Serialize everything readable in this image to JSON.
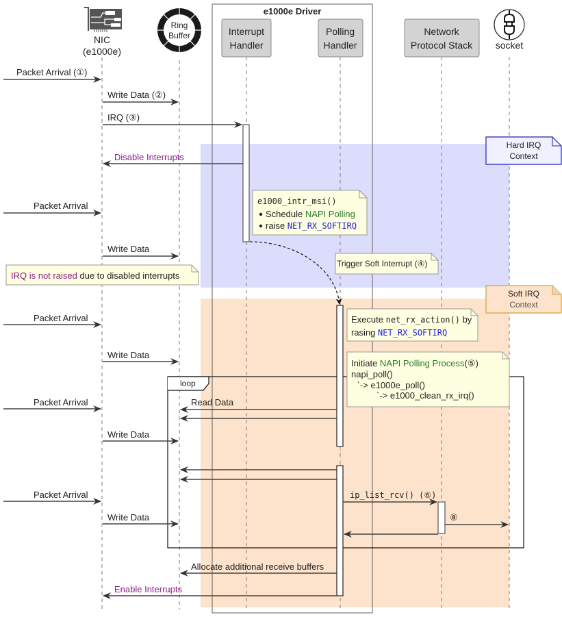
{
  "diagram": {
    "type": "sequence",
    "group_title": "e1000e Driver",
    "participants": [
      {
        "id": "nic",
        "label_line1": "NIC",
        "label_line2": "(e1000e)",
        "icon": "network-card-icon"
      },
      {
        "id": "ring",
        "label_line1": "Ring",
        "label_line2": "Buffer",
        "icon": "ring-buffer-icon"
      },
      {
        "id": "irqh",
        "label_line1": "Interrupt",
        "label_line2": "Handler"
      },
      {
        "id": "pollh",
        "label_line1": "Polling",
        "label_line2": "Handler"
      },
      {
        "id": "stack",
        "label_line1": "Network",
        "label_line2": "Protocol Stack"
      },
      {
        "id": "socket",
        "label_line1": "socket",
        "icon": "plug-icon"
      }
    ],
    "messages": [
      {
        "label": "Packet Arrival (①)",
        "from": "external",
        "to": "nic"
      },
      {
        "label": "Write Data (②)",
        "from": "nic",
        "to": "ring"
      },
      {
        "label": "IRQ (③)",
        "from": "nic",
        "to": "irqh"
      },
      {
        "label": "Disable Interrupts",
        "from": "irqh",
        "to": "nic",
        "color": "#8b1a8b"
      },
      {
        "label": "Packet Arrival",
        "from": "external",
        "to": "nic"
      },
      {
        "label": "Write Data",
        "from": "nic",
        "to": "ring"
      },
      {
        "label": "",
        "from": "irqh",
        "to": "pollh",
        "style": "dashed-curve"
      },
      {
        "label": "Packet Arrival",
        "from": "external",
        "to": "nic"
      },
      {
        "label": "Write Data",
        "from": "nic",
        "to": "ring"
      },
      {
        "label": "Packet Arrival",
        "from": "external",
        "to": "nic"
      },
      {
        "label": "Read Data",
        "from": "pollh",
        "to": "ring"
      },
      {
        "label": "",
        "from": "pollh",
        "to": "ring"
      },
      {
        "label": "Write Data",
        "from": "nic",
        "to": "ring"
      },
      {
        "label": "",
        "from": "pollh",
        "to": "ring"
      },
      {
        "label": "",
        "from": "pollh",
        "to": "ring"
      },
      {
        "label": "Packet Arrival",
        "from": "external",
        "to": "nic"
      },
      {
        "label": "ip_list_rcv() (⑥)",
        "from": "pollh",
        "to": "stack"
      },
      {
        "label": "Write Data",
        "from": "nic",
        "to": "ring"
      },
      {
        "label": "⑧",
        "from": "stack",
        "to": "socket"
      },
      {
        "label": "",
        "from": "stack",
        "to": "pollh"
      },
      {
        "label": "Allocate additional receive buffers",
        "from": "pollh",
        "to": "ring"
      },
      {
        "label": "Enable Interrupts",
        "from": "pollh",
        "to": "nic",
        "color": "#8b1a8b"
      }
    ],
    "notes": {
      "intr_msi": {
        "title": "e1000_intr_msi()",
        "bullet1_prefix": "Schedule ",
        "bullet1_highlight": "NAPI Polling",
        "bullet2_prefix": "raise ",
        "bullet2_highlight": "NET_RX_SOFTIRQ"
      },
      "trigger": {
        "text": "Trigger Soft Interrupt (④)"
      },
      "irq_not_raised": {
        "highlight": "IRQ is not raised",
        "rest": " due to disabled interrupts"
      },
      "hard_irq": {
        "line1": "Hard IRQ",
        "line2": "Context"
      },
      "soft_irq": {
        "line1": "Soft IRQ",
        "line2": "Context"
      },
      "execute": {
        "prefix": "Execute ",
        "code": "net_rx_action()",
        "suffix": " by",
        "line2_prefix": "rasing ",
        "line2_code": "NET_RX_SOFTIRQ"
      },
      "initiate": {
        "prefix": "Initiate ",
        "highlight": "NAPI Polling Process",
        "suffix": "(⑤)",
        "line2": "napi_poll()",
        "line3": " `-> e1000e_poll()",
        "line4": "`-> e1000_clean_rx_irq()"
      }
    },
    "loop_label": "loop",
    "colors": {
      "hard_irq_bg": "#dcdcfc",
      "soft_irq_bg": "#fde3cb",
      "note_bg": "#fefee0",
      "participant_bg": "#d3d3d3",
      "purple": "#8b1a8b",
      "green": "#2a7a2a",
      "blue": "#2020dd"
    }
  }
}
